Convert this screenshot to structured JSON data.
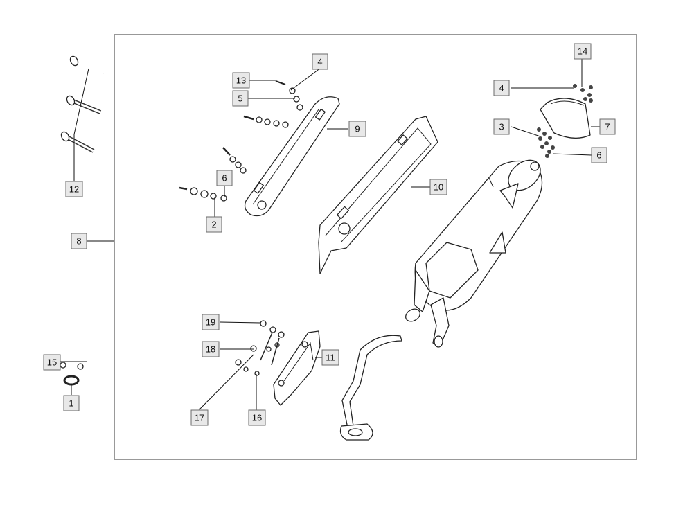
{
  "diagram": {
    "callouts": [
      "1",
      "2",
      "3",
      "4",
      "4",
      "5",
      "6",
      "6",
      "7",
      "8",
      "9",
      "10",
      "11",
      "12",
      "13",
      "14",
      "15",
      "16",
      "17",
      "18",
      "19"
    ]
  }
}
